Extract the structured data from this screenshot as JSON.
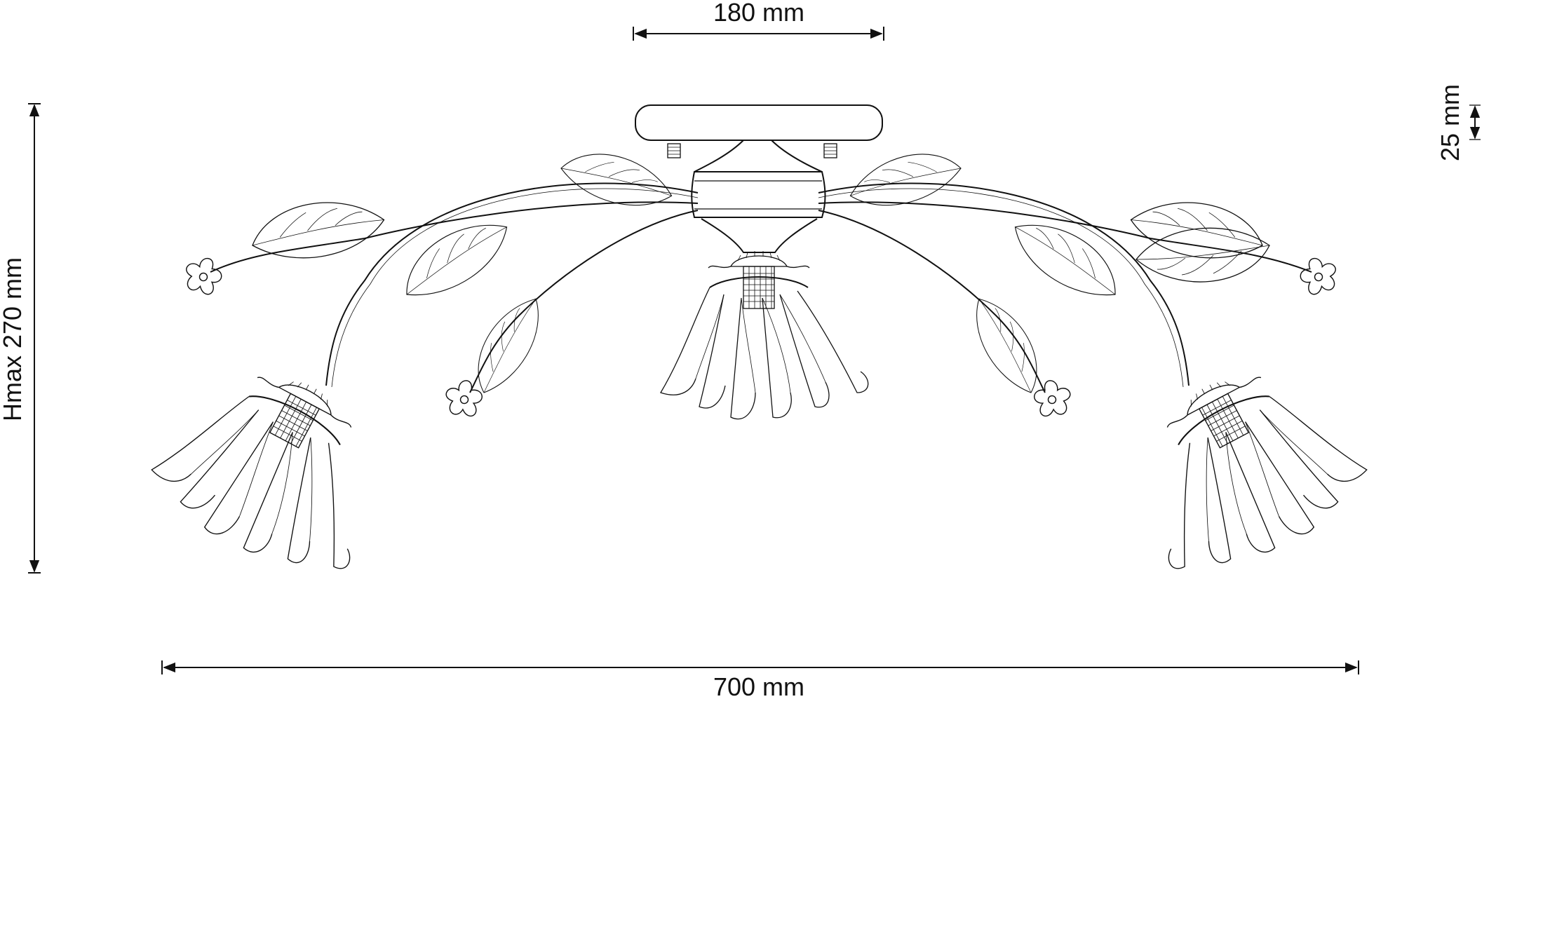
{
  "dimensions": {
    "top_width": "180 mm",
    "total_width": "700 mm",
    "height": "Hmax 270 mm",
    "canopy_height": "25 mm"
  },
  "colors": {
    "line": "#111111",
    "background": "#ffffff"
  }
}
